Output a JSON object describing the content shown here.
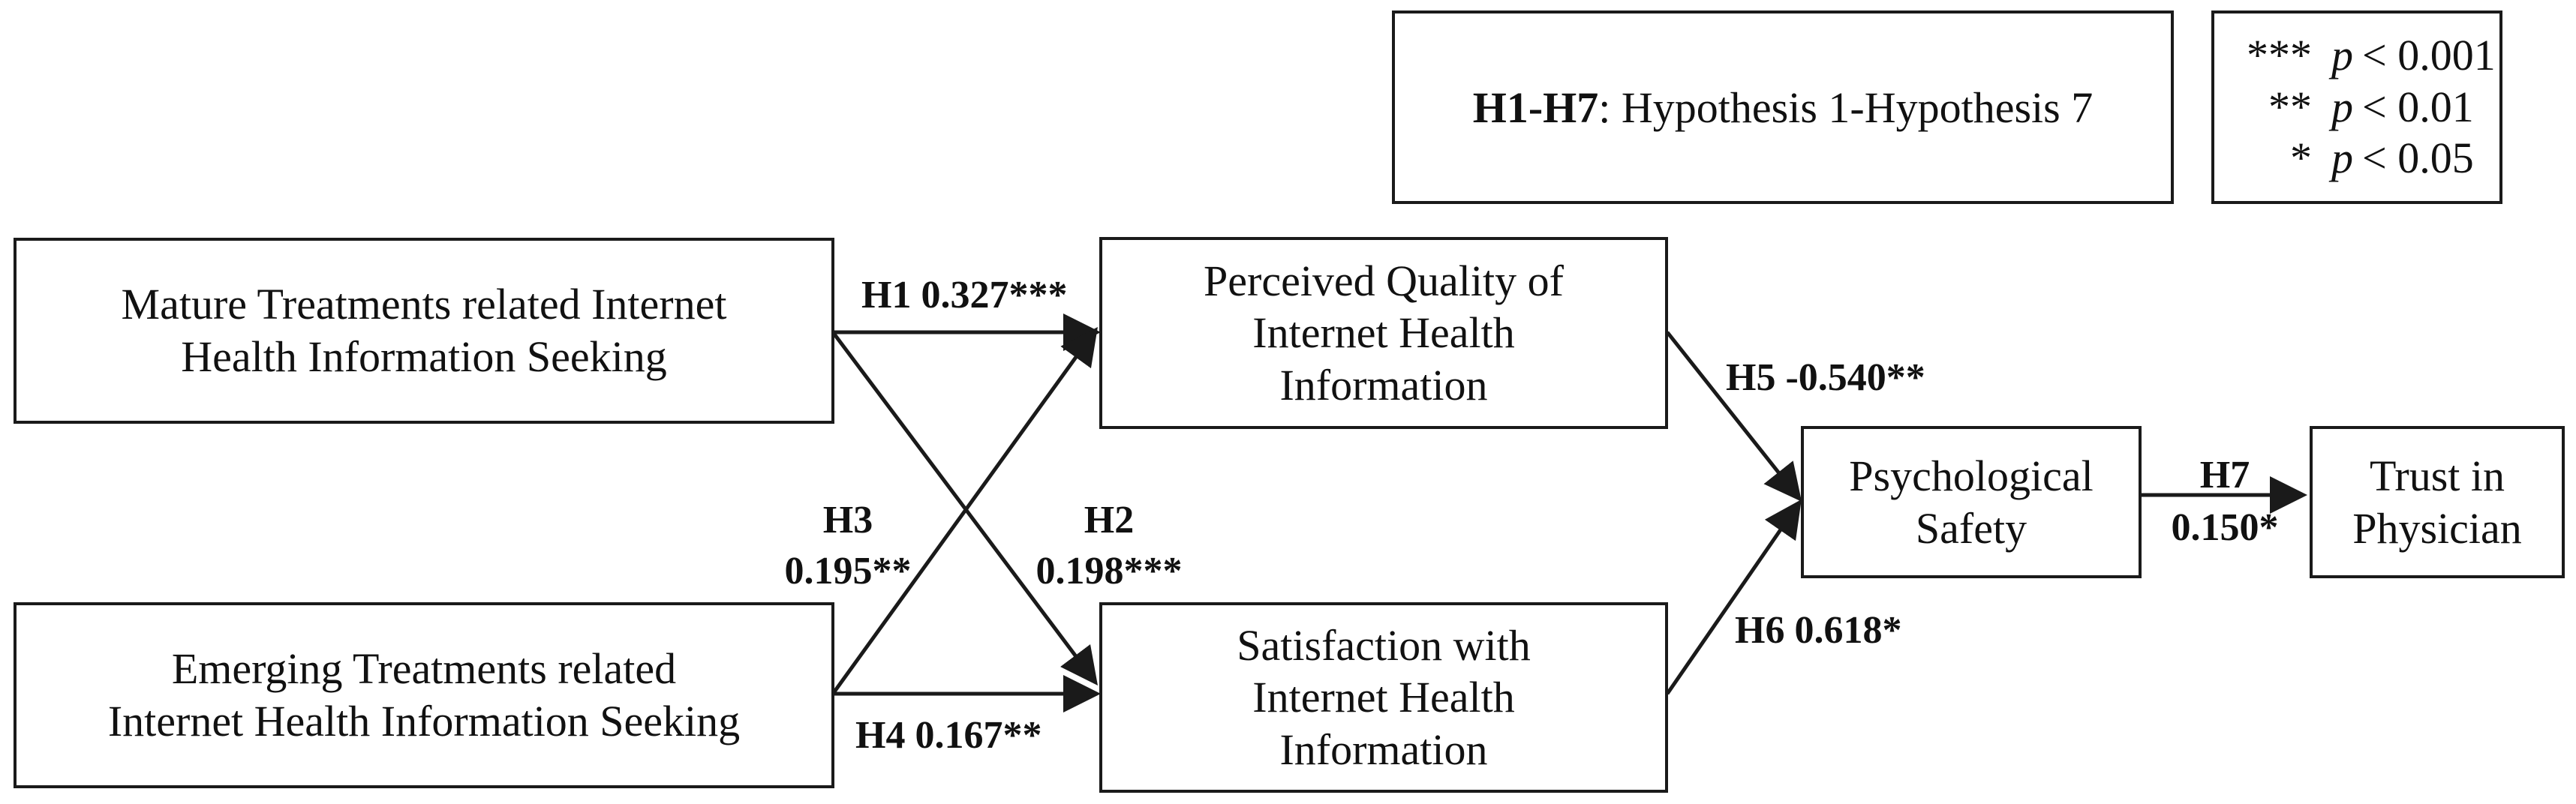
{
  "constructs": {
    "mature": {
      "line1": "Mature Treatments related Internet",
      "line2": "Health Information Seeking"
    },
    "emerging": {
      "line1": "Emerging Treatments related",
      "line2": "Internet Health Information Seeking"
    },
    "quality": {
      "line1": "Perceived Quality of",
      "line2": "Internet Health",
      "line3": "Information"
    },
    "satisfaction": {
      "line1": "Satisfaction with",
      "line2": "Internet Health",
      "line3": "Information"
    },
    "safety": {
      "line1": "Psychological",
      "line2": "Safety"
    },
    "trust": {
      "line1": "Trust in",
      "line2": "Physician"
    }
  },
  "paths": {
    "h1": {
      "id": "H1",
      "coef": "0.327***"
    },
    "h2": {
      "id": "H2",
      "coef": "0.198***"
    },
    "h3": {
      "id": "H3",
      "coef": "0.195**"
    },
    "h4": {
      "id": "H4",
      "coef": "0.167**"
    },
    "h5": {
      "id": "H5",
      "coef": "-0.540**"
    },
    "h6": {
      "id": "H6",
      "coef": "0.618*"
    },
    "h7": {
      "id": "H7",
      "coef": "0.150*"
    }
  },
  "legend": {
    "hypothesis_key": "H1-H7",
    "hypothesis_text": ": Hypothesis 1-Hypothesis 7",
    "significance": [
      {
        "stars": "***",
        "p": "p",
        "threshold": "< 0.001"
      },
      {
        "stars": "**",
        "p": "p",
        "threshold": "< 0.01"
      },
      {
        "stars": "*",
        "p": "p",
        "threshold": "< 0.05"
      }
    ]
  },
  "colors": {
    "stroke": "#1a1a1a",
    "text": "#111111",
    "background": "#ffffff"
  }
}
